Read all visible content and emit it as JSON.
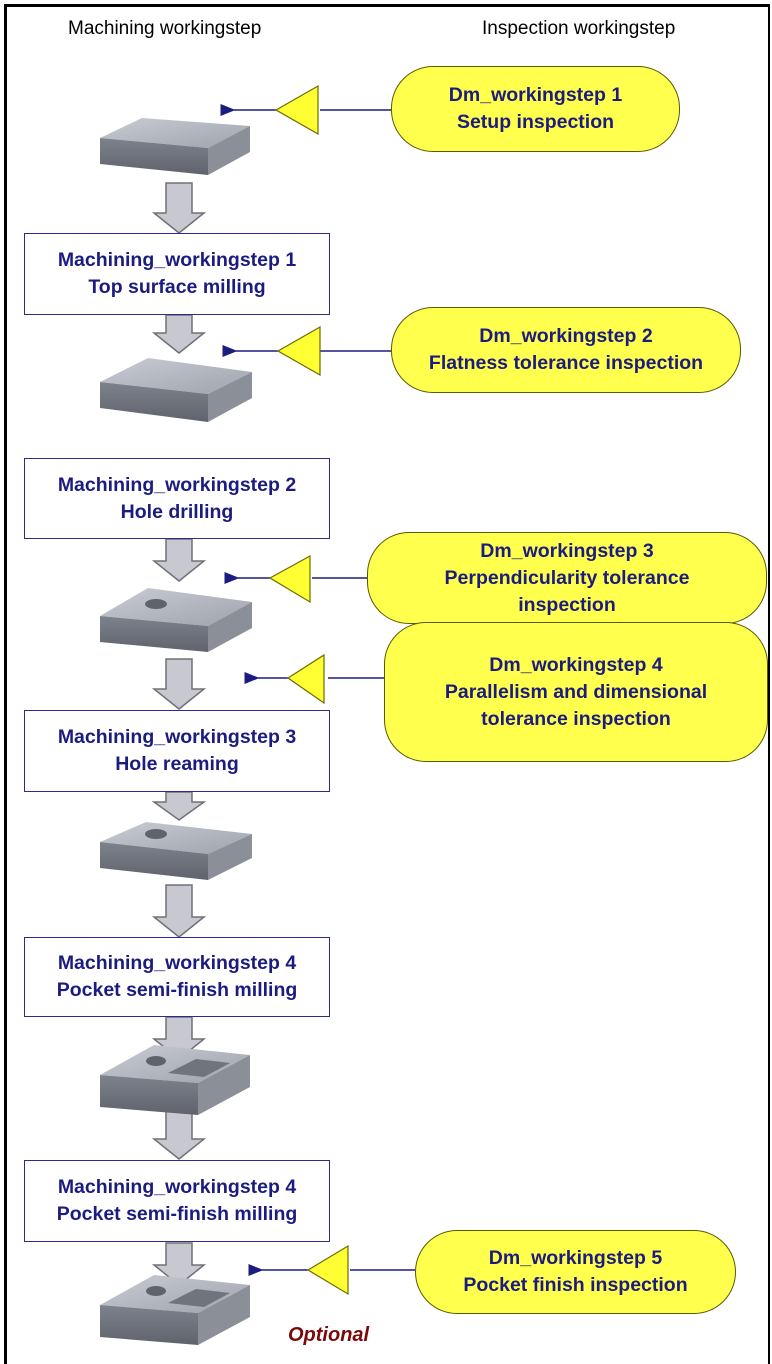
{
  "headers": {
    "machining": "Machining workingstep",
    "inspection": "Inspection workingstep"
  },
  "machining_steps": [
    {
      "title": "Machining_workingstep 1",
      "subtitle": "Top surface milling"
    },
    {
      "title": "Machining_workingstep 2",
      "subtitle": "Hole drilling"
    },
    {
      "title": "Machining_workingstep 3",
      "subtitle": "Hole reaming"
    },
    {
      "title": "Machining_workingstep 4",
      "subtitle": "Pocket semi-finish milling"
    },
    {
      "title": "Machining_workingstep 4",
      "subtitle": "Pocket semi-finish milling"
    }
  ],
  "inspection_steps": [
    {
      "title": "Dm_workingstep 1",
      "line1": "Setup inspection",
      "line2": ""
    },
    {
      "title": "Dm_workingstep 2",
      "line1": "Flatness tolerance inspection",
      "line2": ""
    },
    {
      "title": "Dm_workingstep 3",
      "line1": "Perpendicularity tolerance",
      "line2": "inspection"
    },
    {
      "title": "Dm_workingstep 4",
      "line1": "Parallelism and dimensional",
      "line2": "tolerance inspection"
    },
    {
      "title": "Dm_workingstep 5",
      "line1": "Pocket finish inspection",
      "line2": ""
    }
  ],
  "optional_label": "Optional",
  "colors": {
    "inspection_fill": "#ffff4d",
    "text_blue": "#1b1b80",
    "arrow_gray": "#c8c8d0",
    "optional_red": "#7a0a0a"
  }
}
